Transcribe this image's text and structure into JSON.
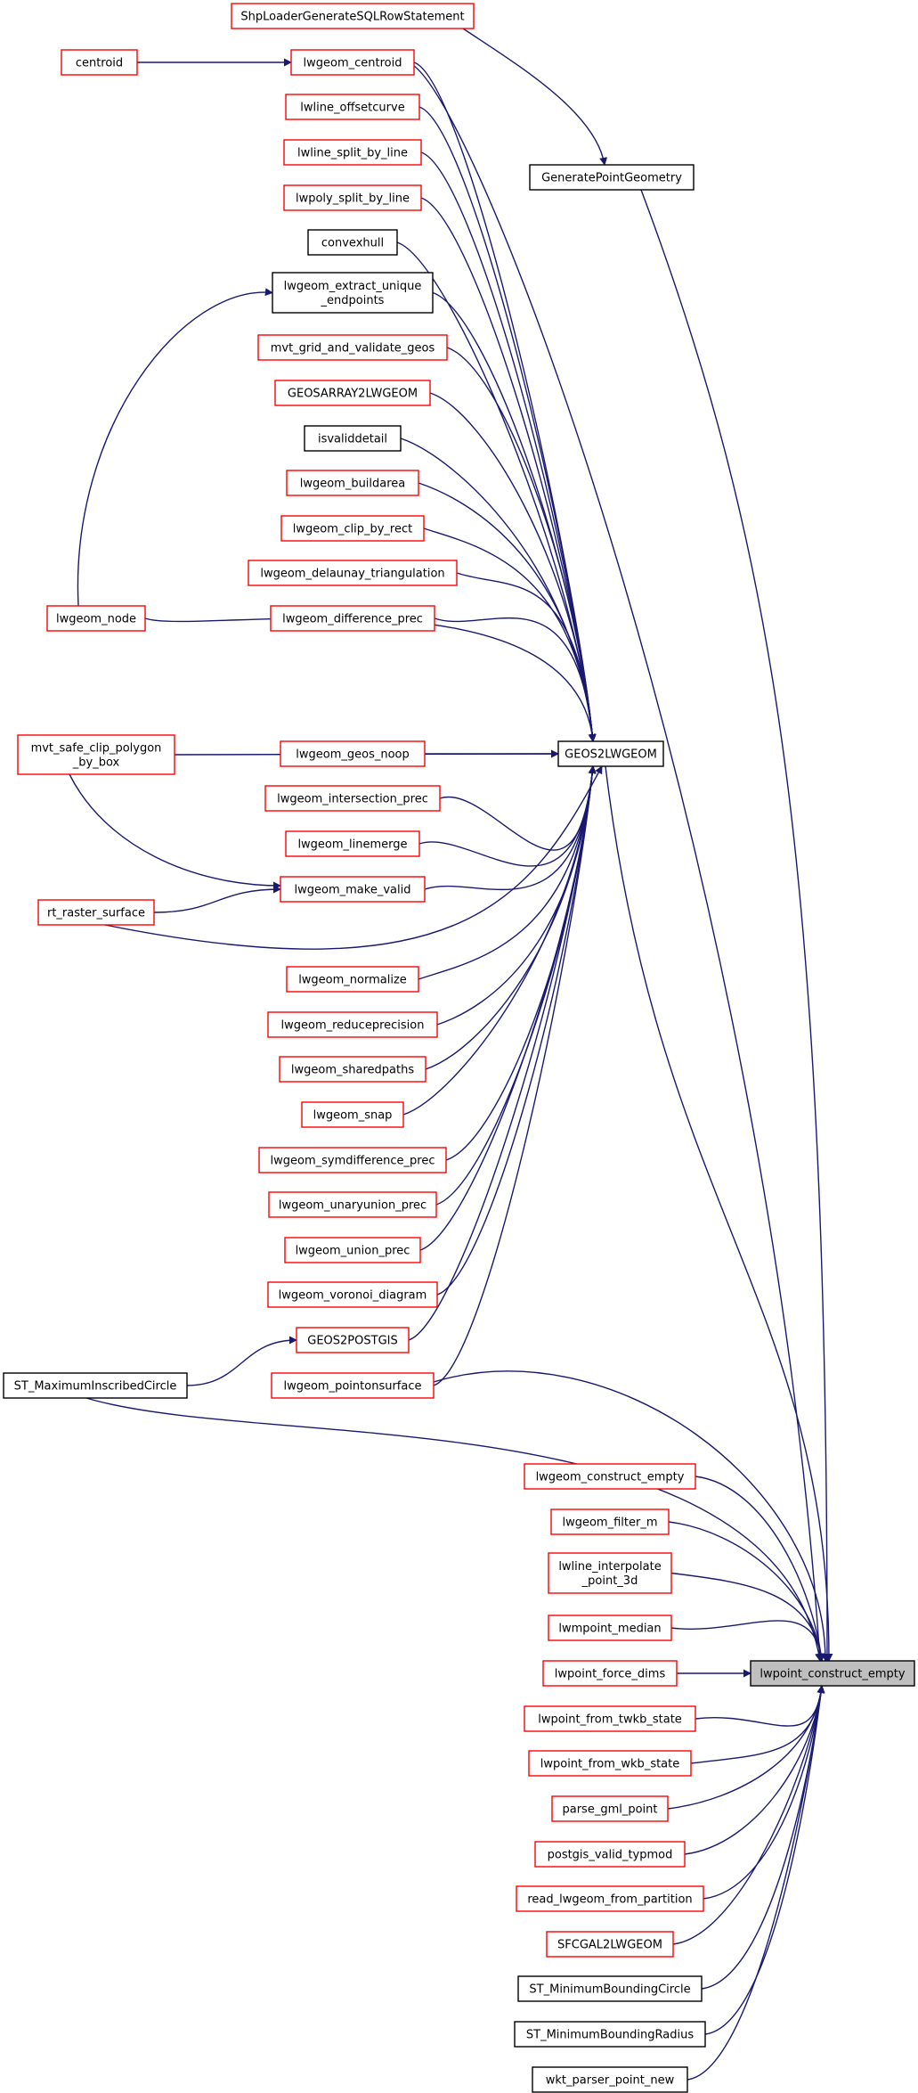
{
  "colors": {
    "edge": "#191970",
    "caller_border": "#ff0000",
    "node_border": "#000000",
    "target_fill": "#bfbfbf"
  },
  "nodes": {
    "n_shp": {
      "lines": [
        "ShpLoaderGenerateSQLRowStatement"
      ],
      "style": "red"
    },
    "n_centroid": {
      "lines": [
        "centroid"
      ],
      "style": "red"
    },
    "n_lwcentroid": {
      "lines": [
        "lwgeom_centroid"
      ],
      "style": "red"
    },
    "n_offset": {
      "lines": [
        "lwline_offsetcurve"
      ],
      "style": "red"
    },
    "n_linesplit": {
      "lines": [
        "lwline_split_by_line"
      ],
      "style": "red"
    },
    "n_polysplit": {
      "lines": [
        "lwpoly_split_by_line"
      ],
      "style": "red"
    },
    "n_genpoint": {
      "lines": [
        "GeneratePointGeometry"
      ],
      "style": "black"
    },
    "n_convexhull": {
      "lines": [
        "convexhull"
      ],
      "style": "black"
    },
    "n_extract": {
      "lines": [
        "lwgeom_extract_unique",
        "_endpoints"
      ],
      "style": "black"
    },
    "n_mvtgrid": {
      "lines": [
        "mvt_grid_and_validate_geos"
      ],
      "style": "red"
    },
    "n_geosarray": {
      "lines": [
        "GEOSARRAY2LWGEOM"
      ],
      "style": "red"
    },
    "n_isvalid": {
      "lines": [
        "isvaliddetail"
      ],
      "style": "black"
    },
    "n_buildarea": {
      "lines": [
        "lwgeom_buildarea"
      ],
      "style": "red"
    },
    "n_clip": {
      "lines": [
        "lwgeom_clip_by_rect"
      ],
      "style": "red"
    },
    "n_delaunay": {
      "lines": [
        "lwgeom_delaunay_triangulation"
      ],
      "style": "red"
    },
    "n_difference": {
      "lines": [
        "lwgeom_difference_prec"
      ],
      "style": "red"
    },
    "n_node": {
      "lines": [
        "lwgeom_node"
      ],
      "style": "red"
    },
    "n_mvtsafe": {
      "lines": [
        "mvt_safe_clip_polygon",
        "_by_box"
      ],
      "style": "red"
    },
    "n_noop": {
      "lines": [
        "lwgeom_geos_noop"
      ],
      "style": "red"
    },
    "n_geos2lw": {
      "lines": [
        "GEOS2LWGEOM"
      ],
      "style": "black"
    },
    "n_intersection": {
      "lines": [
        "lwgeom_intersection_prec"
      ],
      "style": "red"
    },
    "n_linemerge": {
      "lines": [
        "lwgeom_linemerge"
      ],
      "style": "red"
    },
    "n_makevalid": {
      "lines": [
        "lwgeom_make_valid"
      ],
      "style": "red"
    },
    "n_rtraster": {
      "lines": [
        "rt_raster_surface"
      ],
      "style": "red"
    },
    "n_normalize": {
      "lines": [
        "lwgeom_normalize"
      ],
      "style": "red"
    },
    "n_reduce": {
      "lines": [
        "lwgeom_reduceprecision"
      ],
      "style": "red"
    },
    "n_sharedpaths": {
      "lines": [
        "lwgeom_sharedpaths"
      ],
      "style": "red"
    },
    "n_snap": {
      "lines": [
        "lwgeom_snap"
      ],
      "style": "red"
    },
    "n_symdiff": {
      "lines": [
        "lwgeom_symdifference_prec"
      ],
      "style": "red"
    },
    "n_unaryunion": {
      "lines": [
        "lwgeom_unaryunion_prec"
      ],
      "style": "red"
    },
    "n_union": {
      "lines": [
        "lwgeom_union_prec"
      ],
      "style": "red"
    },
    "n_voronoi": {
      "lines": [
        "lwgeom_voronoi_diagram"
      ],
      "style": "red"
    },
    "n_geos2postgis": {
      "lines": [
        "GEOS2POSTGIS"
      ],
      "style": "red"
    },
    "n_stmax": {
      "lines": [
        "ST_MaximumInscribedCircle"
      ],
      "style": "black"
    },
    "n_pointonsurface": {
      "lines": [
        "lwgeom_pointonsurface"
      ],
      "style": "red"
    },
    "n_constructempty": {
      "lines": [
        "lwgeom_construct_empty"
      ],
      "style": "red"
    },
    "n_filterm": {
      "lines": [
        "lwgeom_filter_m"
      ],
      "style": "red"
    },
    "n_interp3d": {
      "lines": [
        "lwline_interpolate",
        "_point_3d"
      ],
      "style": "red"
    },
    "n_median": {
      "lines": [
        "lwmpoint_median"
      ],
      "style": "red"
    },
    "n_forcedims": {
      "lines": [
        "lwpoint_force_dims"
      ],
      "style": "red"
    },
    "n_target": {
      "lines": [
        "lwpoint_construct_empty"
      ],
      "style": "target"
    },
    "n_twkb": {
      "lines": [
        "lwpoint_from_twkb_state"
      ],
      "style": "red"
    },
    "n_wkb": {
      "lines": [
        "lwpoint_from_wkb_state"
      ],
      "style": "red"
    },
    "n_gml": {
      "lines": [
        "parse_gml_point"
      ],
      "style": "red"
    },
    "n_typmod": {
      "lines": [
        "postgis_valid_typmod"
      ],
      "style": "red"
    },
    "n_partition": {
      "lines": [
        "read_lwgeom_from_partition"
      ],
      "style": "red"
    },
    "n_sfcgal": {
      "lines": [
        "SFCGAL2LWGEOM"
      ],
      "style": "red"
    },
    "n_stminbc": {
      "lines": [
        "ST_MinimumBoundingCircle"
      ],
      "style": "black"
    },
    "n_stminbr": {
      "lines": [
        "ST_MinimumBoundingRadius"
      ],
      "style": "black"
    },
    "n_wkt": {
      "lines": [
        "wkt_parser_point_new"
      ],
      "style": "black"
    }
  },
  "edges": [
    [
      "n_shp",
      "n_genpoint"
    ],
    [
      "n_centroid",
      "n_lwcentroid"
    ],
    [
      "n_node",
      "n_extract"
    ],
    [
      "n_stmax",
      "n_geos2postgis"
    ],
    [
      "n_mvtsafe",
      "n_makevalid"
    ],
    [
      "n_rtraster",
      "n_makevalid"
    ],
    [
      "n_lwcentroid",
      "n_geos2lw"
    ],
    [
      "n_offset",
      "n_geos2lw"
    ],
    [
      "n_linesplit",
      "n_geos2lw"
    ],
    [
      "n_polysplit",
      "n_geos2lw"
    ],
    [
      "n_convexhull",
      "n_geos2lw"
    ],
    [
      "n_extract",
      "n_geos2lw"
    ],
    [
      "n_mvtgrid",
      "n_geos2lw"
    ],
    [
      "n_geosarray",
      "n_geos2lw"
    ],
    [
      "n_isvalid",
      "n_geos2lw"
    ],
    [
      "n_buildarea",
      "n_geos2lw"
    ],
    [
      "n_clip",
      "n_geos2lw"
    ],
    [
      "n_delaunay",
      "n_geos2lw"
    ],
    [
      "n_difference",
      "n_geos2lw"
    ],
    [
      "n_node",
      "n_geos2lw"
    ],
    [
      "n_mvtsafe",
      "n_geos2lw"
    ],
    [
      "n_noop",
      "n_geos2lw"
    ],
    [
      "n_intersection",
      "n_geos2lw"
    ],
    [
      "n_linemerge",
      "n_geos2lw"
    ],
    [
      "n_makevalid",
      "n_geos2lw"
    ],
    [
      "n_rtraster",
      "n_geos2lw"
    ],
    [
      "n_normalize",
      "n_geos2lw"
    ],
    [
      "n_reduce",
      "n_geos2lw"
    ],
    [
      "n_sharedpaths",
      "n_geos2lw"
    ],
    [
      "n_snap",
      "n_geos2lw"
    ],
    [
      "n_symdiff",
      "n_geos2lw"
    ],
    [
      "n_unaryunion",
      "n_geos2lw"
    ],
    [
      "n_union",
      "n_geos2lw"
    ],
    [
      "n_voronoi",
      "n_geos2lw"
    ],
    [
      "n_geos2postgis",
      "n_geos2lw"
    ],
    [
      "n_pointonsurface",
      "n_geos2lw"
    ],
    [
      "n_genpoint",
      "n_target"
    ],
    [
      "n_lwcentroid",
      "n_target"
    ],
    [
      "n_geos2lw",
      "n_target"
    ],
    [
      "n_pointonsurface",
      "n_target"
    ],
    [
      "n_stmax",
      "n_target"
    ],
    [
      "n_constructempty",
      "n_target"
    ],
    [
      "n_filterm",
      "n_target"
    ],
    [
      "n_interp3d",
      "n_target"
    ],
    [
      "n_median",
      "n_target"
    ],
    [
      "n_forcedims",
      "n_target"
    ],
    [
      "n_twkb",
      "n_target"
    ],
    [
      "n_wkb",
      "n_target"
    ],
    [
      "n_gml",
      "n_target"
    ],
    [
      "n_typmod",
      "n_target"
    ],
    [
      "n_partition",
      "n_target"
    ],
    [
      "n_sfcgal",
      "n_target"
    ],
    [
      "n_stminbc",
      "n_target"
    ],
    [
      "n_stminbr",
      "n_target"
    ],
    [
      "n_wkt",
      "n_target"
    ]
  ]
}
